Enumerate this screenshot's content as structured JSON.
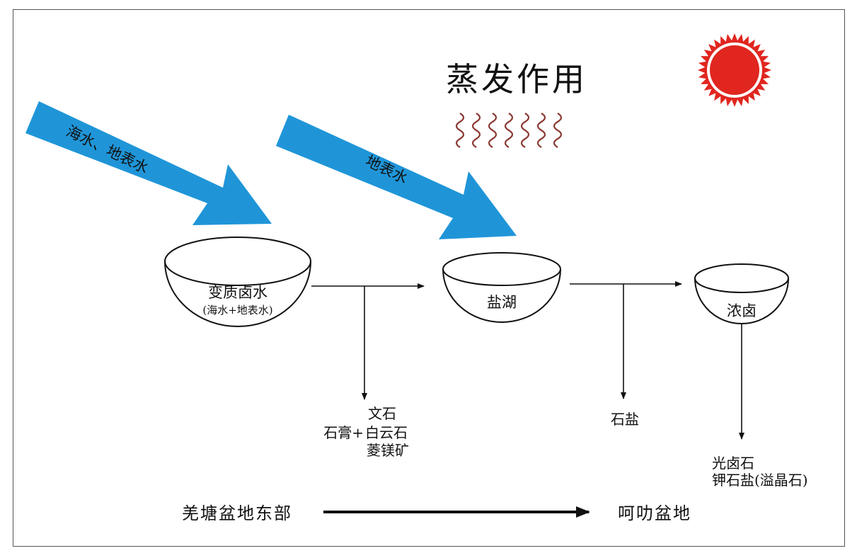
{
  "title": "蒸发作用",
  "colors": {
    "arrow_blue": "#1f95d8",
    "arrow_text": "#1a3f6e",
    "sun_red": "#e0261f",
    "heat_wave": "#8a3a32",
    "line": "#111111"
  },
  "inflows": [
    {
      "label": "海水、地表水",
      "target": "变质卤水"
    },
    {
      "label": "地表水",
      "target": "盐湖"
    }
  ],
  "basins": [
    {
      "name": "变质卤水",
      "sub": "(海水+地表水)"
    },
    {
      "name": "盐湖",
      "sub": ""
    },
    {
      "name": "浓卤",
      "sub": ""
    }
  ],
  "precipitates": [
    {
      "from": "变质卤水",
      "prefix": "石膏+",
      "lines": [
        "文石",
        "白云石",
        "菱镁矿"
      ]
    },
    {
      "from": "盐湖",
      "prefix": "",
      "lines": [
        "石盐"
      ]
    },
    {
      "from": "浓卤",
      "prefix": "",
      "lines": [
        "光卤石",
        "钾石盐(溢晶石)"
      ]
    }
  ],
  "transition": {
    "from": "羌塘盆地东部",
    "to": "呵叻盆地"
  },
  "icons": {
    "sun": "sun-icon",
    "evaporation": "heat-wave-icon"
  }
}
